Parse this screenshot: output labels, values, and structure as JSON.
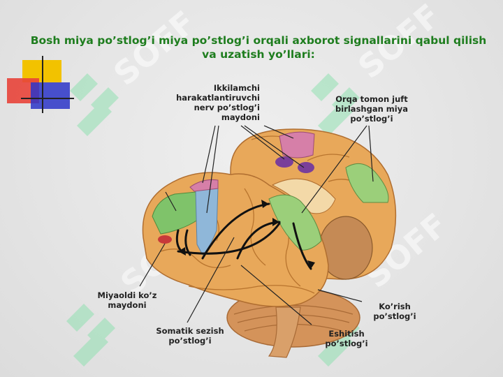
{
  "slide": {
    "title": "Bosh miya po’stlog’i miya po’stlog’i orqali axborot signallarini qabul qilish va uzatish yo’llari:"
  },
  "labels": {
    "secondary_motor": "Ikkilamchi harakatlantiruvchi nerv po’stlog’i maydoni",
    "posterior_association": "Orqa tomon juft birlashgan miya po’stlog’i",
    "prefrontal": "Miyaoldi ko’z maydoni",
    "somatosensory": "Somatik sezish po’stlog’i",
    "visual": "Ko’rish po’stlog’i",
    "auditory": "Eshitish po’stlog’i"
  },
  "watermark": {
    "text": "SOFF"
  },
  "colors": {
    "title": "#1e7d1e",
    "brain": "#e8a85a",
    "green_area": "#7fc36a",
    "blue_area": "#8fb7d9",
    "purple_area": "#7a3f9a",
    "pink_area": "#d67fa8",
    "red_area": "#c83a3a"
  }
}
